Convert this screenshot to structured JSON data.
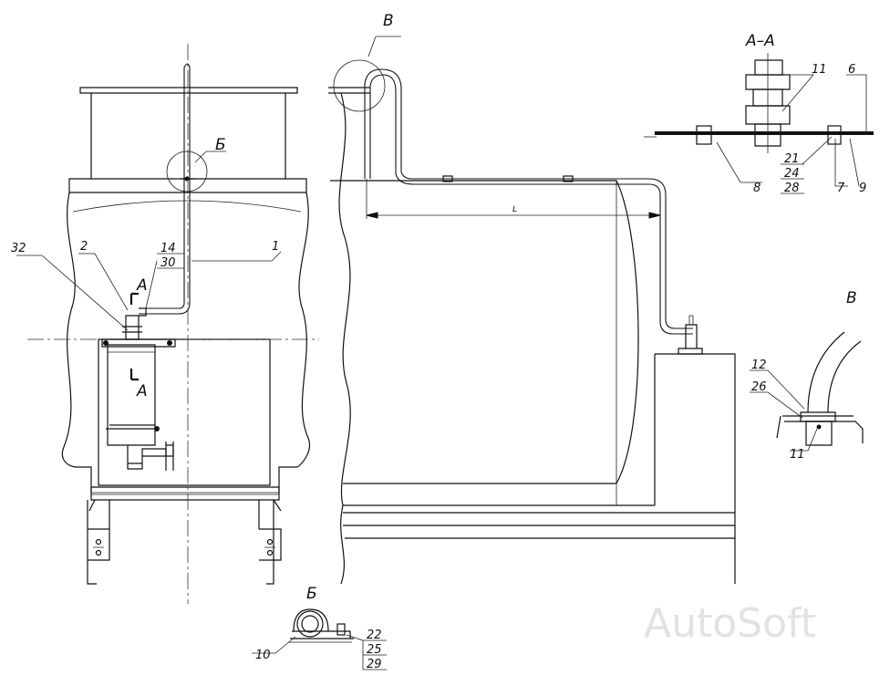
{
  "views": {
    "section_aa": "А–А",
    "detail_b": "Б",
    "detail_v": "В",
    "detail_v2": "В"
  },
  "labels": {
    "p1": "1",
    "p2": "2",
    "p6": "6",
    "p7": "7",
    "p8": "8",
    "p9": "9",
    "p10": "10",
    "p11a": "11",
    "p11b": "11",
    "p12": "12",
    "p14": "14",
    "p21": "21",
    "p22": "22",
    "p24": "24",
    "p25": "25",
    "p26": "26",
    "p28": "28",
    "p29": "29",
    "p30": "30",
    "p32": "32",
    "cut_a_top": "А",
    "cut_a_bottom": "А",
    "callout_b": "Б",
    "callout_v": "В",
    "dim_l": "L"
  },
  "watermark": "AutoSoft"
}
